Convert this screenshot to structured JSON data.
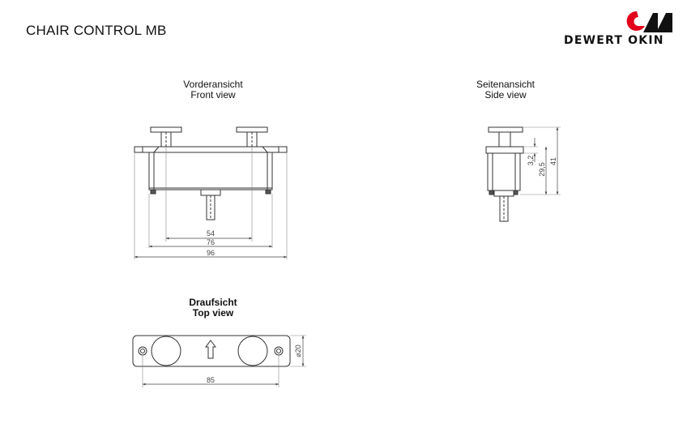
{
  "header": {
    "title": "CHAIR CONTROL MB",
    "brand": "DEWERT OKIN"
  },
  "views": {
    "front": {
      "label_de": "Vorderansicht",
      "label_en": "Front view"
    },
    "side": {
      "label_de": "Seitenansicht",
      "label_en": "Side view"
    },
    "top": {
      "label_de": "Draufsicht",
      "label_en": "Top view"
    }
  },
  "dimensions": {
    "front_54": "54",
    "front_76": "76",
    "front_96": "96",
    "side_3_2": "3,2",
    "side_29_5": "29,5",
    "side_41": "41",
    "top_85": "85",
    "top_d20": "⌀20"
  }
}
